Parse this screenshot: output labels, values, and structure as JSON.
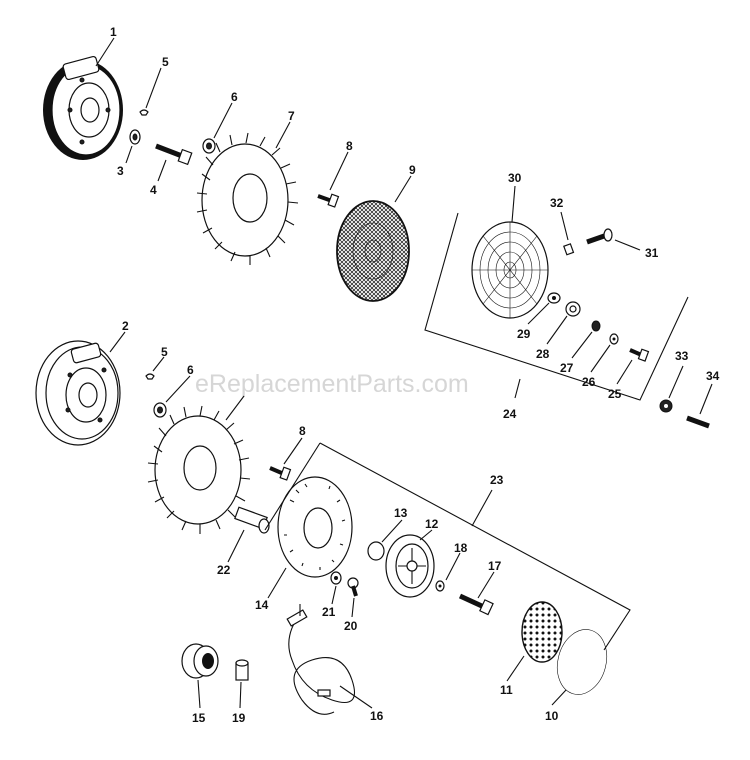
{
  "watermark": "eReplacementParts.com",
  "callouts": [
    "1",
    "2",
    "3",
    "4",
    "5",
    "5",
    "6",
    "6",
    "7",
    "8",
    "8",
    "9",
    "10",
    "11",
    "12",
    "13",
    "14",
    "15",
    "16",
    "17",
    "18",
    "19",
    "20",
    "21",
    "22",
    "23",
    "24",
    "25",
    "26",
    "27",
    "28",
    "29",
    "30",
    "31",
    "32",
    "33",
    "34"
  ],
  "colors": {
    "ink": "#111111",
    "watermark": "#c9c9c9",
    "background": "#ffffff"
  }
}
